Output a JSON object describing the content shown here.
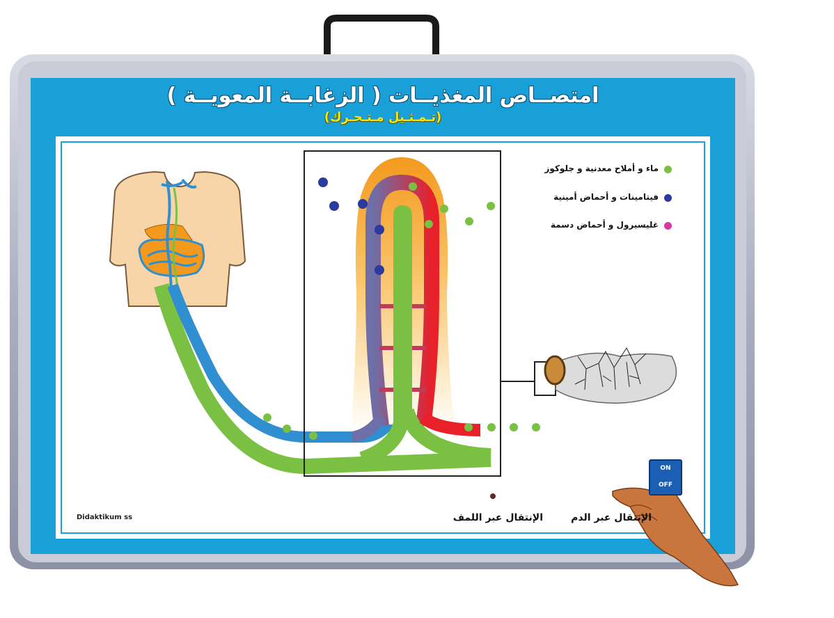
{
  "poster": {
    "title": "امتصــاص المغذيــات ( الزغابــة المعويــة )",
    "subtitle": "(تـمـثـيل مـتـحـرك)"
  },
  "legend": [
    {
      "label": "ماء و أملاح معدنية و جلوكوز",
      "color": "#7ac143"
    },
    {
      "label": "فيتامينات و أحماض أمينية",
      "color": "#2b3a9c"
    },
    {
      "label": "غليسيرول و أحماض دسمة",
      "color": "#d63aa0"
    }
  ],
  "labels": {
    "blood_route": "الإنتقال عبر الدم",
    "lymph_route": "الإنتقال عبر اللمف",
    "brand": "Didaktikum ss"
  },
  "switch": {
    "on": "ON",
    "off": "OFF"
  },
  "colors": {
    "frame_blue": "#1aa0d8",
    "lymph_green": "#7ac143",
    "blood_red": "#e8202a",
    "vein_blue": "#2f8fd0",
    "villus_orange": "#f6a623"
  }
}
